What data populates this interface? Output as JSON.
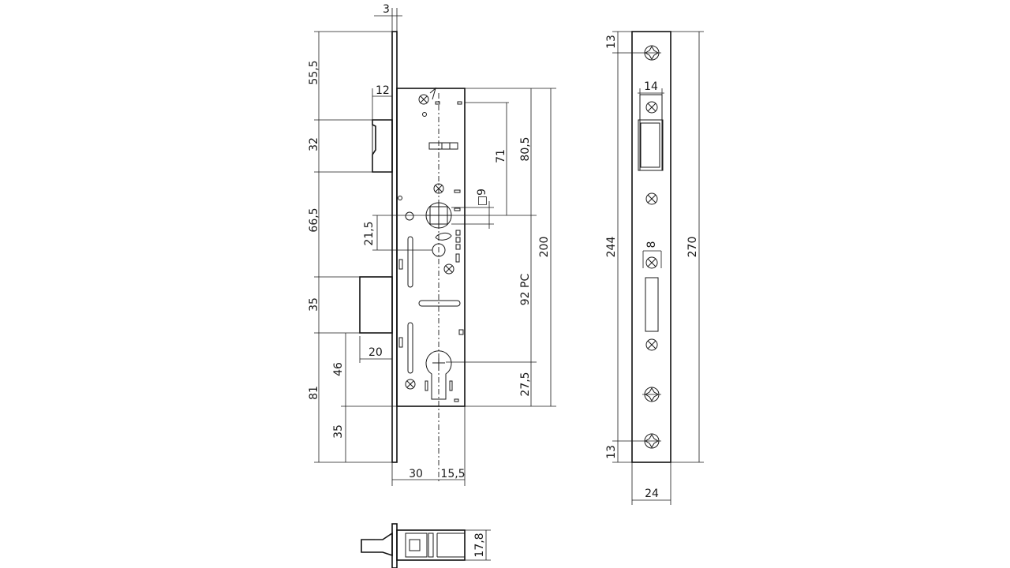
{
  "front_view": {
    "dims": {
      "faceplate_thickness": "3",
      "top_offset": "55,5",
      "latch_inset": "12",
      "latch_height": "32",
      "latch_to_bolt": "66,5",
      "spindle_offset": "21,5",
      "bolt_height": "35",
      "bolt_throw": "20",
      "bolt_to_cylinder": "46",
      "bottom_total": "81",
      "bottom_offset": "35",
      "spindle_square": "□9",
      "latch_to_spindle": "71",
      "top_to_spindle": "80,5",
      "case_height": "200",
      "centre_distance": "92 PC",
      "cylinder_to_bottom": "27,5",
      "backset": "30",
      "case_depth": "15,5"
    }
  },
  "side_view": {
    "dims": {
      "screw_top": "13",
      "latch_slot_width": "14",
      "screw_spacing": "244",
      "faceplate_length": "270",
      "bolt_slot_width": "8",
      "screw_bottom": "13",
      "faceplate_width": "24"
    }
  },
  "bottom_view": {
    "dims": {
      "height": "17,8"
    }
  }
}
